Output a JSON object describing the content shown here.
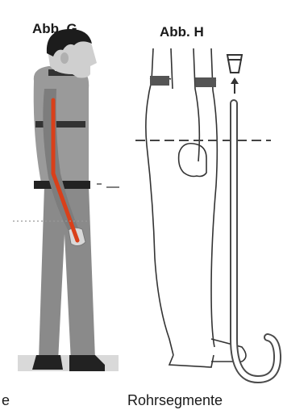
{
  "figures": {
    "left": {
      "label": "Abb. G",
      "caption": "e"
    },
    "right": {
      "label": "Abb. H",
      "caption": "Rohrsegmente"
    }
  },
  "colors": {
    "accent": "#d9401a",
    "figure_gray": "#8a8a8a",
    "dark": "#2a2a2a"
  }
}
